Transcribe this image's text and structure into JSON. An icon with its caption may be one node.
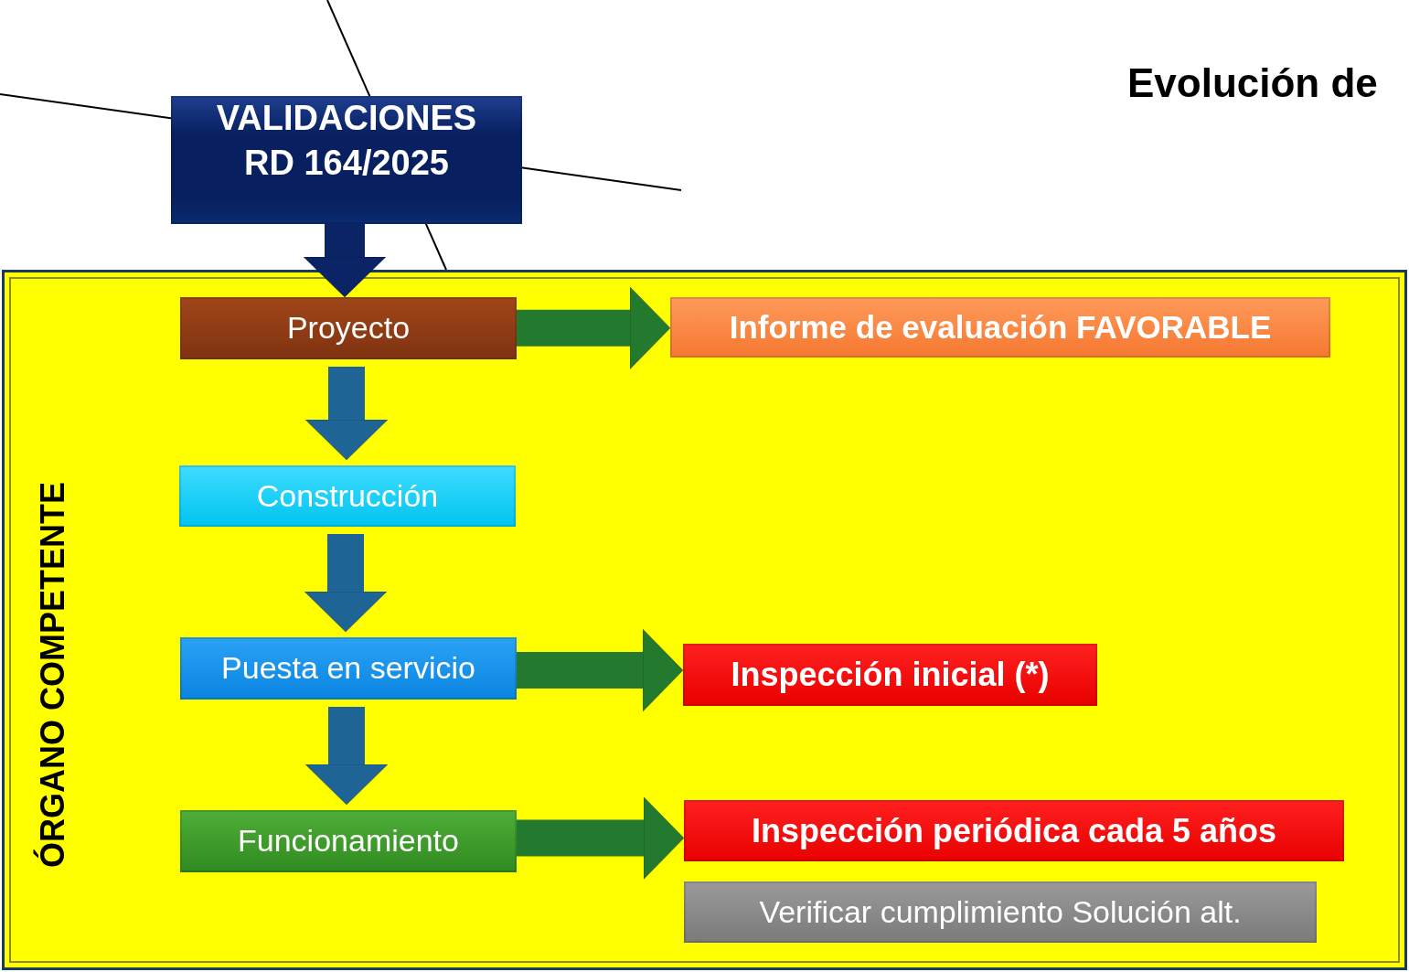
{
  "diagram": {
    "title": "Evolución de",
    "nodes": [
      {
        "text": [
          "VALIDACIONES RD 164/2025"
        ]
      },
      {
        "text": [
          "ÓRGANO COMPETENTE"
        ]
      },
      {
        "text": [
          "Proyecto"
        ],
        "in": 1
      },
      {
        "text": [
          "Informe de evaluación FAVORABLE"
        ],
        "in": 1
      },
      {
        "text": [
          "Construcción"
        ],
        "in": 1
      },
      {
        "text": [
          "Puesta en servicio"
        ],
        "in": 1
      },
      {
        "text": [
          "Inspección inicial (*)"
        ],
        "in": 1
      },
      {
        "text": [
          "Funcionamiento"
        ],
        "in": 1
      },
      {
        "text": [
          "Inspección periódica cada 5 años"
        ],
        "in": 1
      },
      {
        "text": [
          "Verificar cumplimiento Solución alt."
        ],
        "in": 1
      }
    ],
    "edges": [
      {
        "from": 0,
        "to": 2,
        "arrow": "to",
        "color": "#0b2465"
      },
      {
        "from": 2,
        "to": 3,
        "arrow": "to",
        "color": "#237a2e"
      },
      {
        "from": 2,
        "to": 4,
        "arrow": "to",
        "color": "#1e6494"
      },
      {
        "from": 4,
        "to": 5,
        "arrow": "to",
        "color": "#1e6494"
      },
      {
        "from": 5,
        "to": 6,
        "arrow": "to",
        "color": "#237a2e"
      },
      {
        "from": 5,
        "to": 7,
        "arrow": "to",
        "color": "#1e6494"
      },
      {
        "from": 7,
        "to": 8,
        "arrow": "to",
        "color": "#237a2e"
      }
    ]
  }
}
